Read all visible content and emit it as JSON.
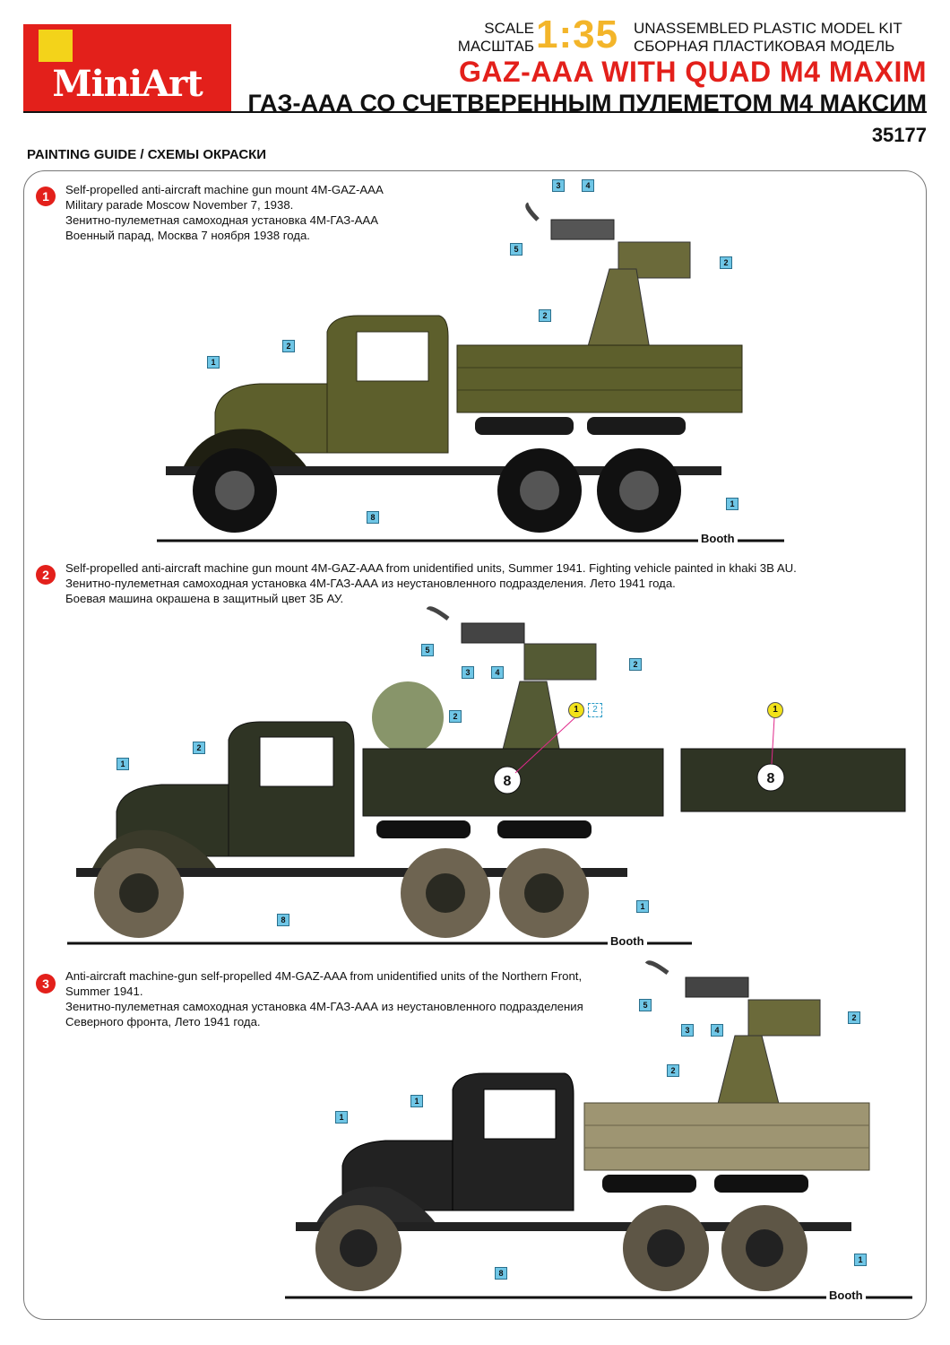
{
  "brand": {
    "logo_text": "MiniArt",
    "logo_red": "#e3201b",
    "logo_yellow": "#f3d31a"
  },
  "header": {
    "scale_en": "SCALE",
    "scale_ru": "МАСШТАБ",
    "scale_value": "1:35",
    "kit_en": "UNASSEMBLED PLASTIC MODEL KIT",
    "kit_ru": "СБОРНАЯ ПЛАСТИКОВАЯ МОДЕЛЬ",
    "title_en": "GAZ-AAA WITH QUAD M4 MAXIM",
    "title_ru": "ГАЗ-ААА СО СЧЕТВЕРЕННЫМ ПУЛЕМЕТОМ М4 МАКСИМ",
    "kit_number": "35177"
  },
  "guide_title": "PAINTING GUIDE / СХЕМЫ ОКРАСКИ",
  "schemes": [
    {
      "number": "1",
      "lines": [
        "Self-propelled anti-aircraft machine gun mount 4M-GAZ-AAA",
        "Military parade Moscow November 7, 1938.",
        "Зенитно-пулеметная  самоходная установка 4М-ГАЗ-ААА",
        "Военный парад, Москва 7 ноября 1938 года."
      ],
      "color": "#5d5f2c",
      "booth": "Booth"
    },
    {
      "number": "2",
      "lines": [
        "Self-propelled anti-aircraft machine gun mount 4M-GAZ-AAA from unidentified units, Summer 1941. Fighting vehicle painted in khaki 3B AU.",
        "Зенитно-пулеметная  самоходная установка 4М-ГАЗ-ААА из неустановленного подразделения. Лето 1941 года.",
        "Боевая машина окрашена в защитный цвет 3Б АУ."
      ],
      "color": "#2f3424",
      "booth": "Booth",
      "side_number": "8"
    },
    {
      "number": "3",
      "lines": [
        "Anti-aircraft machine-gun self-propelled 4M-GAZ-AAA from unidentified units of the Northern Front,",
        "Summer 1941.",
        "Зенитно-пулеметная самоходная установка 4М-ГАЗ-ААА из неустановленного подразделения",
        "Северного фронта, Лето 1941 года."
      ],
      "color": "#222222",
      "booth": "Booth"
    }
  ],
  "callouts": {
    "c1": "1",
    "c2": "2",
    "c3": "3",
    "c4": "4",
    "c5": "5",
    "c8": "8",
    "decal2": "2"
  }
}
